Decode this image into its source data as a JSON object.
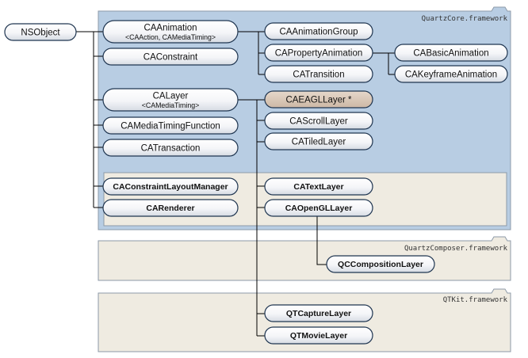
{
  "frameworks": {
    "quartzcore": "QuartzCore.framework",
    "quartzcomposer": "QuartzComposer.framework",
    "qtkit": "QTKit.framework"
  },
  "nodes": {
    "nsobject": "NSObject",
    "caanimation": "CAAnimation",
    "caanimation_protocols": "<CAAction, CAMediaTiming>",
    "caconstraint": "CAConstraint",
    "calayer": "CALayer",
    "calayer_protocols": "<CAMediaTiming>",
    "camediatimingfunction": "CAMediaTimingFunction",
    "catransaction": "CATransaction",
    "caconstraintlayoutmanager": "CAConstraintLayoutManager",
    "carenderer": "CARenderer",
    "caanimationgroup": "CAAnimationGroup",
    "capropertyanimation": "CAPropertyAnimation",
    "catransition": "CATransition",
    "cabasicanimation": "CABasicAnimation",
    "cakeyframeanimation": "CAKeyframeAnimation",
    "caeagllayer": "CAEAGLLayer *",
    "cascrolllayer": "CAScrollLayer",
    "catiledlayer": "CATiledLayer",
    "catextlayer": "CATextLayer",
    "caopengllayer": "CAOpenGLLayer",
    "qccompositionlayer": "QCCompositionLayer",
    "qtcapturelayer": "QTCaptureLayer",
    "qtmovielayer": "QTMovieLayer"
  },
  "colors": {
    "quartzcore_panel": "#b8cde3",
    "inner_panel": "#efebe1",
    "node_fill_top": "#ffffff",
    "node_fill_bottom": "#dfe3ea",
    "highlight_node": "#d7c5b4",
    "node_border": "#1f3550"
  }
}
